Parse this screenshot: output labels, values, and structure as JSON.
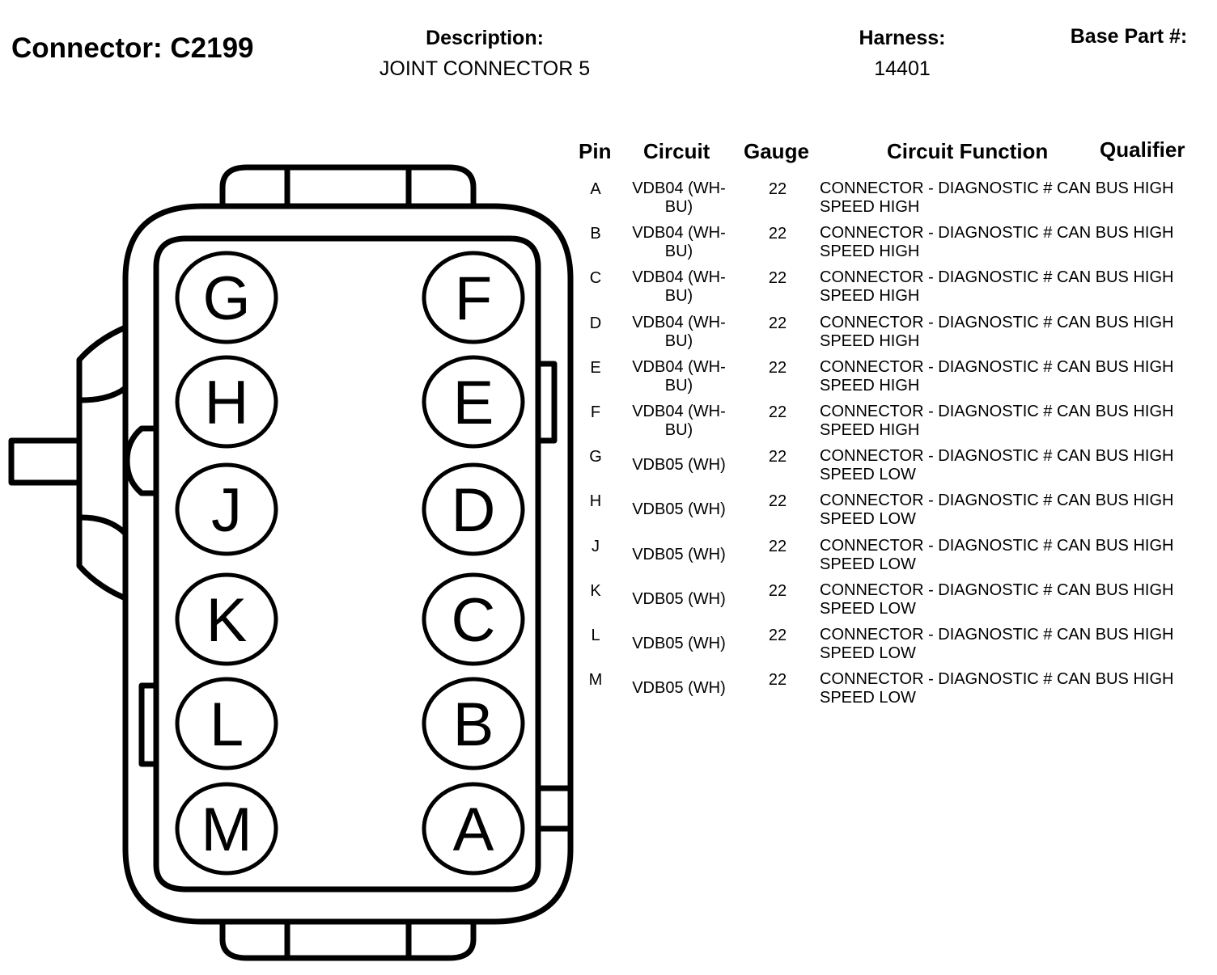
{
  "header": {
    "connector_title": "Connector: C2199",
    "description_label": "Description:",
    "description_value": "JOINT CONNECTOR 5",
    "harness_label": "Harness:",
    "harness_value": "14401",
    "base_part_label": "Base Part #:",
    "base_part_value": ""
  },
  "diagram": {
    "left_column_pins": [
      "G",
      "H",
      "J",
      "K",
      "L",
      "M"
    ],
    "right_column_pins": [
      "F",
      "E",
      "D",
      "C",
      "B",
      "A"
    ]
  },
  "table": {
    "columns": [
      "Pin",
      "Circuit",
      "Gauge",
      "Circuit Function",
      "Qualifier"
    ],
    "rows": [
      {
        "pin": "A",
        "circuit": "VDB04 (WH-BU)",
        "gauge": "22",
        "function": "CONNECTOR - DIAGNOSTIC # CAN BUS HIGH SPEED HIGH",
        "qualifier": ""
      },
      {
        "pin": "B",
        "circuit": "VDB04 (WH-BU)",
        "gauge": "22",
        "function": "CONNECTOR - DIAGNOSTIC # CAN BUS HIGH SPEED HIGH",
        "qualifier": ""
      },
      {
        "pin": "C",
        "circuit": "VDB04 (WH-BU)",
        "gauge": "22",
        "function": "CONNECTOR - DIAGNOSTIC # CAN BUS HIGH SPEED HIGH",
        "qualifier": ""
      },
      {
        "pin": "D",
        "circuit": "VDB04 (WH-BU)",
        "gauge": "22",
        "function": "CONNECTOR - DIAGNOSTIC # CAN BUS HIGH SPEED HIGH",
        "qualifier": ""
      },
      {
        "pin": "E",
        "circuit": "VDB04 (WH-BU)",
        "gauge": "22",
        "function": "CONNECTOR - DIAGNOSTIC # CAN BUS HIGH SPEED HIGH",
        "qualifier": ""
      },
      {
        "pin": "F",
        "circuit": "VDB04 (WH-BU)",
        "gauge": "22",
        "function": "CONNECTOR - DIAGNOSTIC # CAN BUS HIGH SPEED HIGH",
        "qualifier": ""
      },
      {
        "pin": "G",
        "circuit": "VDB05 (WH)",
        "gauge": "22",
        "function": "CONNECTOR - DIAGNOSTIC # CAN BUS HIGH SPEED LOW",
        "qualifier": ""
      },
      {
        "pin": "H",
        "circuit": "VDB05 (WH)",
        "gauge": "22",
        "function": "CONNECTOR - DIAGNOSTIC # CAN BUS HIGH SPEED LOW",
        "qualifier": ""
      },
      {
        "pin": "J",
        "circuit": "VDB05 (WH)",
        "gauge": "22",
        "function": "CONNECTOR - DIAGNOSTIC # CAN BUS HIGH SPEED LOW",
        "qualifier": ""
      },
      {
        "pin": "K",
        "circuit": "VDB05 (WH)",
        "gauge": "22",
        "function": "CONNECTOR - DIAGNOSTIC # CAN BUS HIGH SPEED LOW",
        "qualifier": ""
      },
      {
        "pin": "L",
        "circuit": "VDB05 (WH)",
        "gauge": "22",
        "function": "CONNECTOR - DIAGNOSTIC # CAN BUS HIGH SPEED LOW",
        "qualifier": ""
      },
      {
        "pin": "M",
        "circuit": "VDB05 (WH)",
        "gauge": "22",
        "function": "CONNECTOR - DIAGNOSTIC # CAN BUS HIGH SPEED LOW",
        "qualifier": ""
      }
    ]
  }
}
